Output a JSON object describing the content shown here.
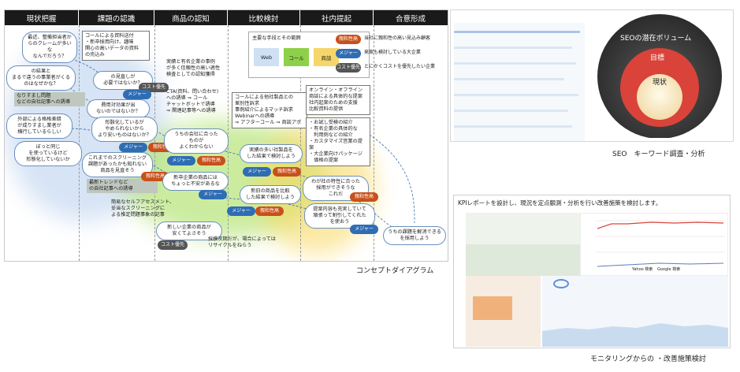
{
  "concept": {
    "headers": [
      "現状把握",
      "課題の認識",
      "商品の認知",
      "比較検討",
      "社内提起",
      "合意形成"
    ],
    "legend": {
      "title": "主要な手段とその範囲",
      "chips": [
        "Web",
        "コール",
        "商談"
      ],
      "rows": [
        {
          "tag": "親和性高",
          "text": "当社に親和性の高い見込み顧客"
        },
        {
          "tag": "メジャー",
          "text": "発案も検討している大企業"
        },
        {
          "tag": "コスト優先",
          "text": "とにかくコストを優先したい企業"
        }
      ]
    },
    "tags": {
      "major": "メジャー",
      "affinity": "親和性高",
      "cost": "コスト優先"
    },
    "texts": {
      "c1": "最近、整備担当者からのクレームが多いな\nなんでだろう？",
      "c2": "の結果と\nまるで違うの事業者がくる\nのはなぜかな？",
      "c3": "なりすまし問題\nなどの自社記事への誘導",
      "c4": "外部による格格差錯\nが成りすまし業者が\n横行しているらしい",
      "c5": "ぼっと同じ\nを使っているけど\n形態化していないか",
      "c6": "最新トレンドなど\nの自社記事への誘導",
      "n1": "コールによる資料送付\n・新卒採用向け、趣味\n関心の高いデータの資料\nの売込み",
      "n2": "の見直しが\n必要ではないか？",
      "n3": "費用対効果が出\nないのではないか？",
      "n4": "形骸化しているが\nやめられないから\nより安いものはないか？",
      "n5": "これまでのスクリーニング\n課題があったかも知れない\n商品を見直そう",
      "n6": "実績と有名企業の事例\nが多く信頼性の高い適性\n検査としての認知獲得",
      "n7": "CTA(資料、問い合わせ)\nへの誘導 ⇒ コール\nチャットボットで誘導\n⇒ 関連記事等への誘導",
      "n8": "うちの会社に合った\nものが\nよくわからない",
      "n9": "新卒企業の商品には\nちょっと不安があるな",
      "n10": "簡易なセルフアセスメント、\n妥当なスクリーニングに\nよる推定問題事象の記事",
      "n11": "新しい企業の商品が\n安くてよさそう",
      "n12": "採模次期だが、場合によっては\nリサイクルをねらう",
      "n13": "コールによる他社製品との\n差別性訴求\n事例紹介によるマッチ訴求\nWebinarへの誘導\n⇒ アフターコール ⇒ 商談アポ",
      "n14": "実績の多い社製品を\nした結果で検討しよう",
      "n15": "新旧の商品を比較\nした結果で検討しよう",
      "n16": "オンライン・オフライン\n商談による具体的な提案\n社内起案のための支援\n比較資料の提供",
      "n17": "・お試し受検の紹介\n・有名企業の具体的な\n　利用例などの紹介\n・カスタマイズ営業の提案\n・大企業向けパッケージ\n　価格の提案",
      "n18": "わが社の特性に合った\n採用ができそうな\nこれだ",
      "n19": "提案内容も充実していて\n頑張って割引してくれた\nを使おう",
      "n20": "うちの課題を解消できる\nを採用しよう"
    }
  },
  "seo": {
    "outer": "SEOの潜在ボリューム",
    "middle": "目標",
    "inner": "現状",
    "caption": "SEO　キーワード調査・分析"
  },
  "kpi": {
    "heading": "KPIレポートを設計し、現況を定点観測・分析を行い改善施策を検討します。",
    "legend": [
      "Yahoo 検索",
      "Google 検索"
    ],
    "caption": "モニタリングからの ・改善施策検討"
  },
  "concept_caption": "コンセプトダイアグラム",
  "colors": {
    "major": "#2f6db3",
    "affinity": "#c8501a",
    "cost": "#555555",
    "header": "#1a1a1a"
  }
}
